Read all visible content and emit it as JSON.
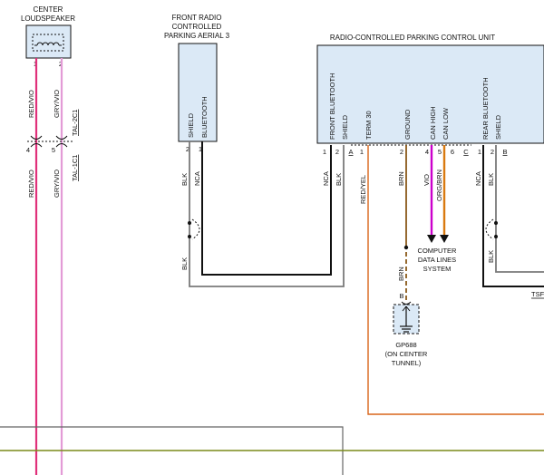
{
  "components": {
    "center_loudspeaker": {
      "title_1": "CENTER",
      "title_2": "LOUDSPEAKER",
      "pin1": "1",
      "pin2": "2"
    },
    "aerial": {
      "title_1": "FRONT RADIO",
      "title_2": "CONTROLLED",
      "title_3": "PARKING AERIAL 3",
      "pin_labels": [
        "SHIELD",
        "BLUETOOTH"
      ],
      "pins": [
        "2",
        "1"
      ]
    },
    "control_unit": {
      "title": "RADIO-CONTROLLED PARKING CONTROL UNIT",
      "pin_labels": [
        "FRONT BLUETOOTH",
        "SHIELD",
        "TERM 30",
        "GROUND",
        "CAN HIGH",
        "CAN LOW",
        "REAR BLUETOOTH",
        "SHIELD"
      ],
      "pins": [
        "1",
        "2",
        "A",
        "1",
        "2",
        "4",
        "5",
        "6",
        "C",
        "1",
        "2",
        "B"
      ]
    },
    "ground": {
      "name": "GP688",
      "loc_1": "(ON CENTER",
      "loc_2": "TUNNEL)"
    },
    "computer_data_lines": {
      "line_1": "COMPUTER",
      "line_2": "DATA LINES",
      "line_3": "SYSTEM"
    }
  },
  "connectors": {
    "tal_2c1": "TAL-2C1",
    "tal_1c1": "TAL-1C1",
    "pin4": "4",
    "pin5": "5",
    "tsf": "TSF"
  },
  "wires": {
    "red_vio": "RED/VIO",
    "gry_vio": "GRY/VIO",
    "blk": "BLK",
    "nca": "NCA",
    "red_yel": "RED/YEL",
    "brn": "BRN",
    "vio": "VIO",
    "org_brn": "ORG/BRN",
    "b": "B"
  },
  "colors": {
    "red_vio": "#e0307a",
    "gry_vio": "#e39bd6",
    "blk": "#111111",
    "gray": "#7a7a7a",
    "red_yel": "#d9651a",
    "brn": "#8a5a1a",
    "vio": "#cc00cc",
    "org_brn": "#d97a10",
    "olive": "#7a8a1a",
    "box_fill": "#dbe9f6"
  }
}
